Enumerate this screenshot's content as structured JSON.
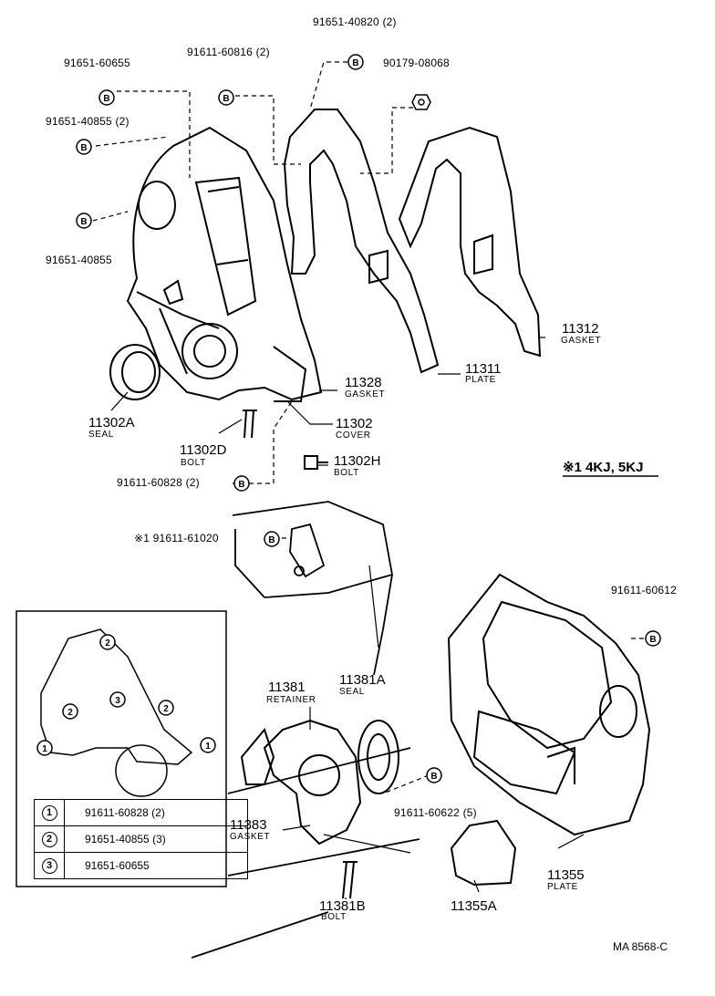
{
  "top_left_callouts": {
    "p91651_60655": "91651-60655",
    "p91611_60816": "91611-60816 (2)",
    "p91651_40855_2": "91651-40855 (2)",
    "p91651_40855": "91651-40855",
    "p91651_40820": "91651-40820 (2)",
    "p90179_08068": "90179-08068"
  },
  "upper_parts": {
    "p11312": "11312",
    "p11312_name": "GASKET",
    "p11311": "11311",
    "p11311_name": "PLATE",
    "p11328": "11328",
    "p11328_name": "GASKET",
    "p11302": "11302",
    "p11302_name": "COVER",
    "p11302a": "11302A",
    "p11302a_name": "SEAL",
    "p11302d": "11302D",
    "p11302d_name": "BOLT",
    "p11302h": "11302H",
    "p11302h_name": "BOLT",
    "p91611_60828": "91611-60828 (2)"
  },
  "model_note": "※1 4KJ, 5KJ",
  "lower_parts": {
    "p91611_61020": "※1 91611-61020",
    "p91611_60612": "91611-60612",
    "p11381": "11381",
    "p11381_name": "RETAINER",
    "p11381a": "11381A",
    "p11381a_name": "SEAL",
    "p91611_60622": "91611-60622 (5)",
    "p11383": "11383",
    "p11383_name": "GASKET",
    "p11355": "11355",
    "p11355_name": "PLATE",
    "p11355a": "11355A",
    "p11381b": "11381B",
    "p11381b_name": "BOLT"
  },
  "bolt_symbol": "B",
  "legend": [
    {
      "symbol": "1",
      "part": "91611-60828 (2)"
    },
    {
      "symbol": "2",
      "part": "91651-40855 (3)"
    },
    {
      "symbol": "3",
      "part": "91651-60655"
    }
  ],
  "inset_markers": [
    "2",
    "2",
    "3",
    "2",
    "1",
    "1"
  ],
  "drawing_code": "MA  8568-C"
}
